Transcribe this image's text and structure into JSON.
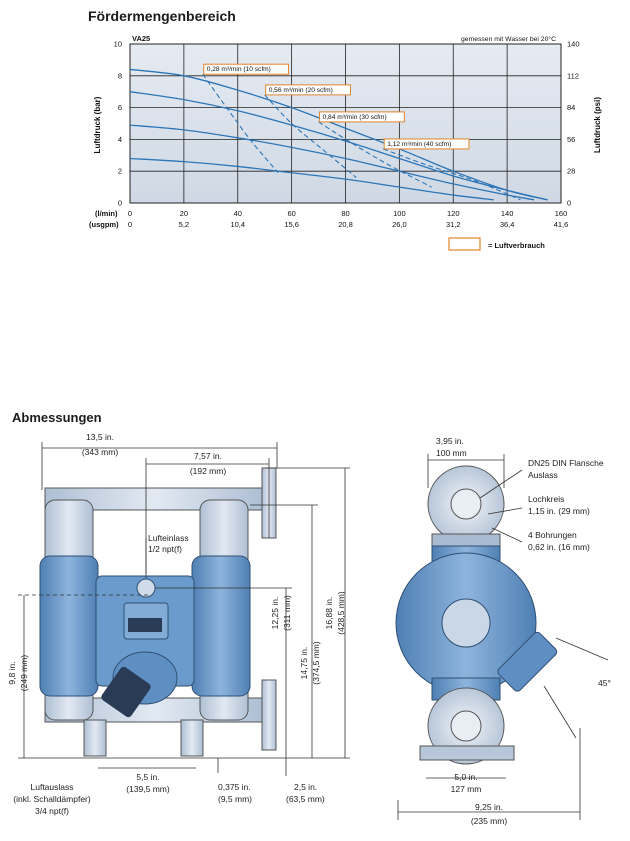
{
  "sections": {
    "flow_heading": "Fördermengenbereich",
    "dims_heading": "Abmessungen"
  },
  "chart_data": {
    "type": "line",
    "title": "VA25",
    "note": "gemessen mit Wasser bei 20°C",
    "ylabel": "Luftdruck (bar)",
    "y2label": "Luftdruck (psi)",
    "xlabel_lmin": "(l/min)",
    "xlabel_usgpm": "(usgpm)",
    "xlim": [
      0,
      160
    ],
    "ylim": [
      0,
      10
    ],
    "x_ticks": [
      "0",
      "20",
      "40",
      "60",
      "80",
      "100",
      "120",
      "140",
      "160"
    ],
    "x_ticks_usgpm": [
      "0",
      "5,2",
      "10,4",
      "15,6",
      "20,8",
      "26,0",
      "31,2",
      "36,4",
      "41,6"
    ],
    "y_ticks": [
      "0",
      "2",
      "4",
      "6",
      "8",
      "10"
    ],
    "y2_ticks": [
      "0",
      "28",
      "56",
      "84",
      "112",
      "140"
    ],
    "series": [
      {
        "x": [
          0,
          20,
          40,
          60,
          80,
          100,
          120,
          140,
          155
        ],
        "y": [
          8.4,
          8.0,
          7.1,
          6.0,
          4.7,
          3.4,
          2.0,
          0.8,
          0.2
        ]
      },
      {
        "x": [
          0,
          20,
          40,
          60,
          80,
          100,
          120,
          140,
          155
        ],
        "y": [
          7.0,
          6.5,
          5.8,
          4.9,
          3.9,
          2.8,
          1.7,
          0.8,
          0.2
        ]
      },
      {
        "x": [
          0,
          20,
          40,
          60,
          80,
          100,
          120,
          140,
          150
        ],
        "y": [
          4.9,
          4.6,
          4.1,
          3.5,
          2.8,
          2.0,
          1.2,
          0.5,
          0.2
        ]
      },
      {
        "x": [
          0,
          20,
          40,
          60,
          80,
          100,
          120,
          135
        ],
        "y": [
          2.8,
          2.6,
          2.3,
          1.9,
          1.5,
          1.0,
          0.5,
          0.2
        ]
      }
    ],
    "air_lines": [
      {
        "label": "0,28 m³/min (10 scfm)",
        "x": [
          27,
          35,
          45,
          55
        ],
        "y": [
          8.1,
          6.2,
          3.9,
          1.9
        ]
      },
      {
        "label": "0,56 m³/min (20 scfm)",
        "x": [
          50,
          60,
          72,
          84
        ],
        "y": [
          6.8,
          5.0,
          3.3,
          1.6
        ]
      },
      {
        "label": "0,84 m³/min (30 scfm)",
        "x": [
          70,
          82,
          96,
          112
        ],
        "y": [
          5.1,
          3.8,
          2.4,
          1.0
        ]
      },
      {
        "label": "1,12 m³/min (40 scfm)",
        "x": [
          94,
          110,
          128,
          145
        ],
        "y": [
          3.4,
          2.4,
          1.4,
          0.2
        ]
      }
    ],
    "legend_label": "= Luftverbrauch"
  },
  "dimensions": {
    "front": {
      "width_total": [
        "13,5 in.",
        "(343 mm)"
      ],
      "center_to_outlet": [
        "7,57 in.",
        "(192 mm)"
      ],
      "air_inlet": [
        "Lufteinlass",
        "1/2 npt(f)"
      ],
      "height_inlet_center": [
        "12,25 in.",
        "(311 mm)"
      ],
      "height_outlet_center": [
        "14,75 in.",
        "(374,5 mm)"
      ],
      "height_total": [
        "16,88 in.",
        "(428,5 mm)"
      ],
      "height_suction": [
        "9,8 in.",
        "(249 mm)"
      ],
      "base_width": [
        "5,5 in.",
        "(139,5 mm)"
      ],
      "base_offset": [
        "0,375 in.",
        "(9,5 mm)"
      ],
      "inlet_height": [
        "2,5 in.",
        "(63,5 mm)"
      ],
      "air_outlet": [
        "Luftauslass",
        "(inkl. Schalldämpfer)",
        "3/4 npt(f)"
      ]
    },
    "side": {
      "flange_width": [
        "3,95 in.",
        "100 mm"
      ],
      "outlet_label": [
        "DN25 DIN Flansche",
        "Auslass"
      ],
      "bolt_circle": [
        "Lochkreis",
        "1,15 in. (29 mm)"
      ],
      "holes": [
        "4 Bohrungen",
        "0,62 in. (16 mm)"
      ],
      "angle": "45°",
      "base_width": [
        "5,0 in.",
        "127 mm"
      ],
      "width_total": [
        "9,25 in.",
        "(235 mm)"
      ]
    }
  }
}
